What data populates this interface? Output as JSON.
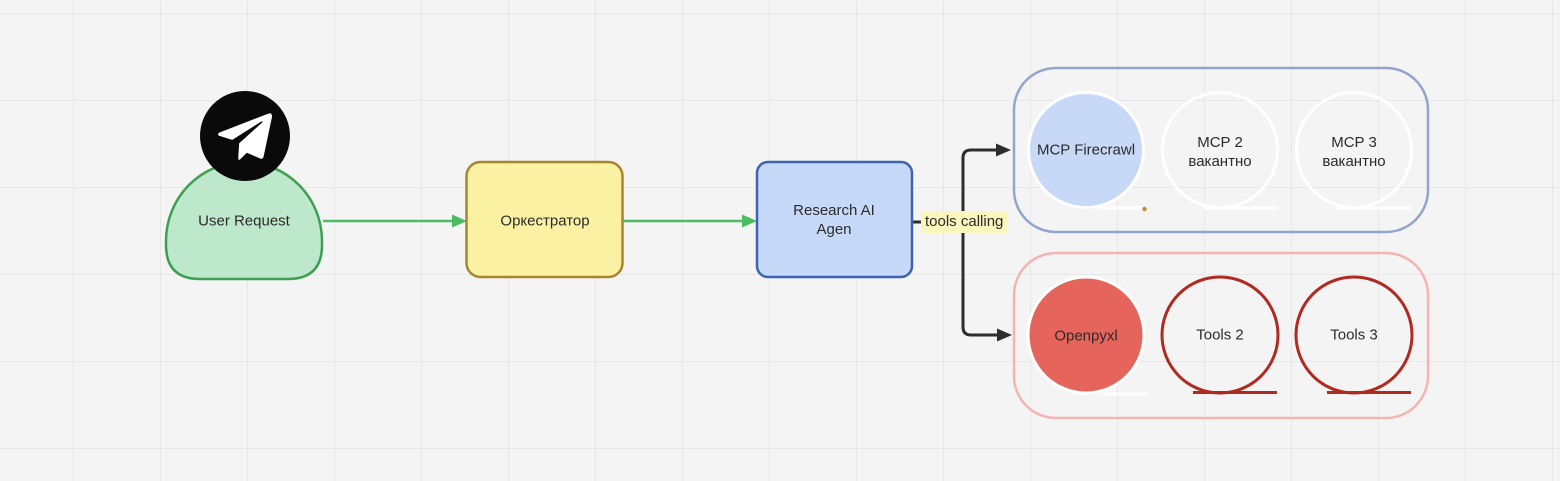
{
  "diagram": {
    "user_request": {
      "label": "User Request",
      "icon": "telegram-icon",
      "fill": "#bee8cb",
      "stroke": "#3e9e52"
    },
    "orchestrator": {
      "label": "Оркестратор",
      "fill": "#faf1a3",
      "stroke": "#a8862d"
    },
    "research_agent": {
      "label_line1": "Research AI",
      "label_line2": "Agen",
      "fill": "#c7d9f8",
      "stroke": "#3e63b0"
    },
    "edge_label": {
      "text": "tools calling",
      "bg": "#fbf6bb"
    },
    "mcp_group": {
      "stroke": "#93a4cd",
      "items": [
        {
          "label": "MCP Firecrawl",
          "sub": "",
          "fill": "#c7d9f7",
          "stroke": "#ffffff"
        },
        {
          "label": "MCP 2",
          "sub": "вакантно",
          "fill": "",
          "stroke": "#ffffff"
        },
        {
          "label": "MCP 3",
          "sub": "вакантно",
          "fill": "",
          "stroke": "#ffffff"
        }
      ]
    },
    "tools_group": {
      "stroke": "#f3b5b2",
      "items": [
        {
          "label": "Openpyxl",
          "fill": "#e5655d",
          "stroke": "#ffffff"
        },
        {
          "label": "Tools 2",
          "fill": "",
          "stroke": "#af2a20"
        },
        {
          "label": "Tools 3",
          "fill": "",
          "stroke": "#af2a20"
        }
      ]
    },
    "colors": {
      "green_edge": "#4cbb62",
      "black_edge": "#2d2d2d",
      "canvas_bg": "#f4f4f4",
      "grid_line": "#e7e7e7",
      "telegram_bg": "#0a0a0a",
      "text": "#2b2b2b"
    }
  }
}
